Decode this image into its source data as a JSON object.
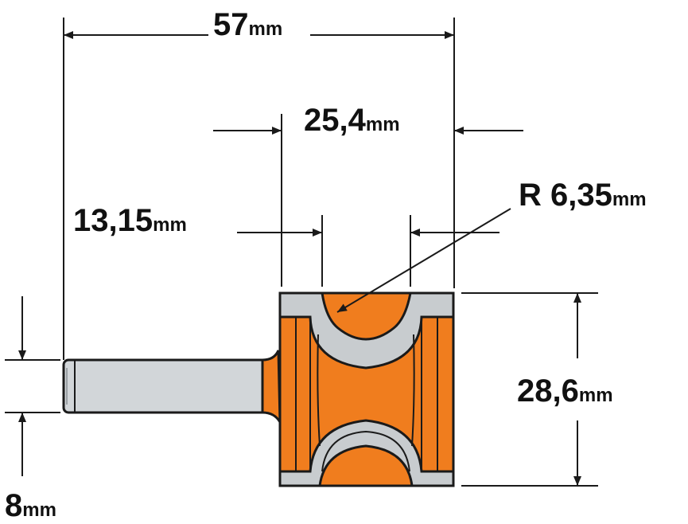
{
  "dimensions": {
    "total_length": {
      "value": "57",
      "unit": "mm"
    },
    "cutter_width": {
      "value": "25,4",
      "unit": "mm"
    },
    "bearing_offset": {
      "value": "13,15",
      "unit": "mm"
    },
    "radius": {
      "value": "R 6,35",
      "unit": "mm"
    },
    "cutting_height": {
      "value": "28,6",
      "unit": "mm"
    },
    "shank_diameter": {
      "value": "8",
      "unit": "mm"
    }
  },
  "colors": {
    "cutter_body": "#F07D1E",
    "carbide": "#C8CCCF",
    "shank": "#D2D6D9",
    "line": "#1A1A1A"
  }
}
